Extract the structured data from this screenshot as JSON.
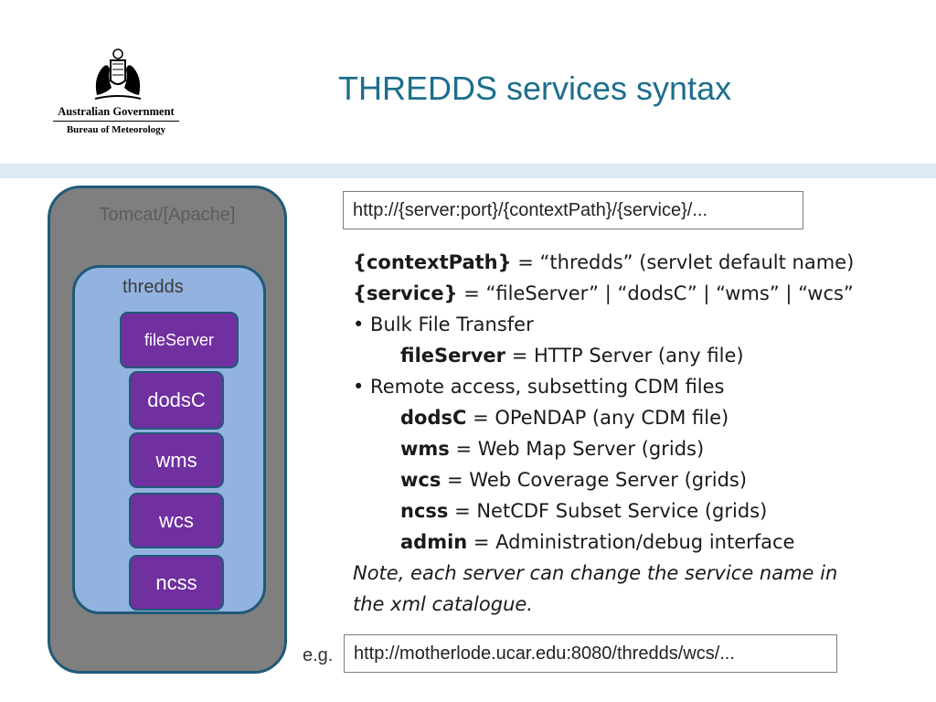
{
  "header": {
    "logo": {
      "government": "Australian Government",
      "bureau": "Bureau of Meteorology"
    },
    "title": "THREDDS services syntax"
  },
  "diagram": {
    "outer_label": "Tomcat/[Apache]",
    "inner_label": "thredds",
    "services": [
      "fileServer",
      "dodsC",
      "wms",
      "wcs",
      "ncss"
    ]
  },
  "url_template": "http://{server:port}/{contextPath}/{service}/...",
  "lines": [
    {
      "key": "{contextPath}",
      "text": " =  “thredds” (servlet default name)"
    },
    {
      "key": "{service}",
      "text": " = “fileServer” | “dodsC” | “wms” | “wcs”"
    },
    {
      "text": "• Bulk File Transfer"
    },
    {
      "key": "fileServer",
      "text": " = HTTP Server (any file)"
    },
    {
      "text": "• Remote access, subsetting CDM files"
    },
    {
      "key": "dodsC",
      "text": " = OPeNDAP (any CDM file)"
    },
    {
      "key": "wms",
      "text": " = Web Map Server (grids)"
    },
    {
      "key": "wcs",
      "text": " = Web Coverage Server (grids)"
    },
    {
      "key": "ncss",
      "text": " = NetCDF Subset Service (grids)"
    },
    {
      "key": "admin",
      "text": " = Administration/debug interface"
    },
    {
      "text": "Note, each server can change the service name in"
    },
    {
      "text": "the xml catalogue."
    }
  ],
  "example": {
    "prefix": "e.g.",
    "url": "http://motherlode.ucar.edu:8080/thredds/wcs/..."
  },
  "colors": {
    "title": "#1c6e8c",
    "service_box": "#7030a0",
    "thredds_box": "#92b3e0",
    "tomcat_box": "#7f7f7f",
    "band": "#dbeaf5"
  }
}
